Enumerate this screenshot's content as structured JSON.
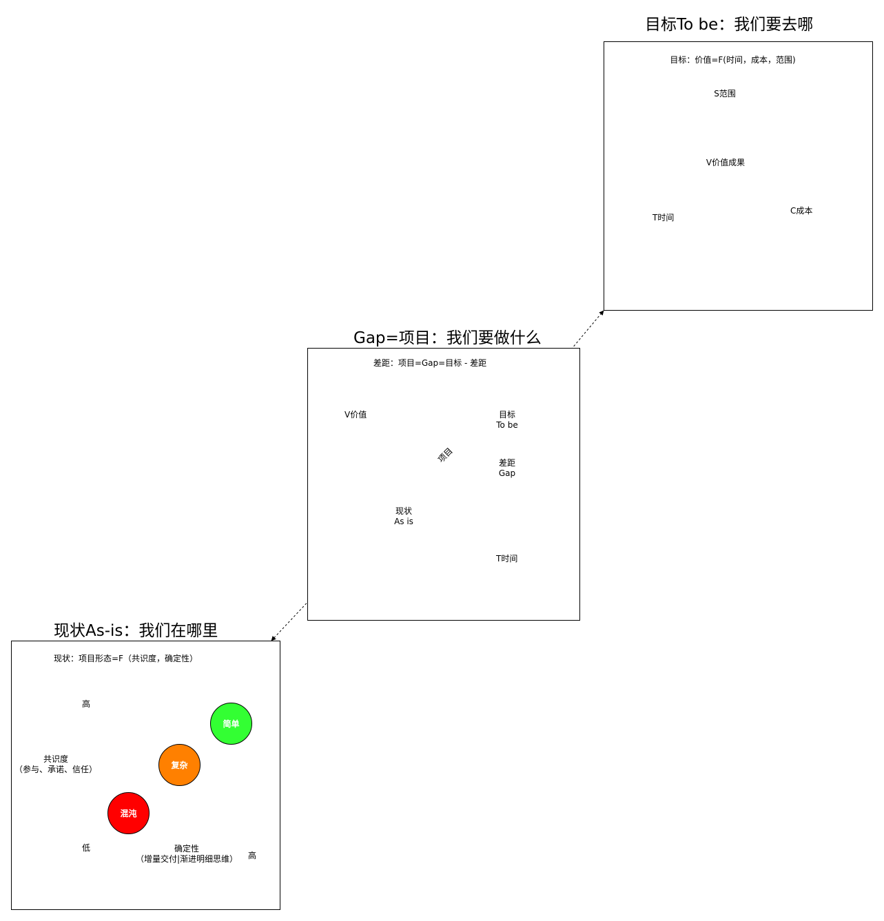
{
  "sections": {
    "to_be": {
      "title": "目标To be：我们要去哪",
      "formula": "目标：价值=F(时间，成本，范围)",
      "vertex_s": "S范围",
      "center": "V价值成果",
      "vertex_t": "T时间",
      "vertex_c": "C成本"
    },
    "gap": {
      "title": "Gap=项目：我们要做什么",
      "formula": "差距：项目=Gap=目标 - 差距",
      "y_axis": "V价值",
      "x_axis": "T时间",
      "target_line1": "目标",
      "target_line2": "To be",
      "gap_line1": "差距",
      "gap_line2": "Gap",
      "project": "项目",
      "current_line1": "现状",
      "current_line2": "As is"
    },
    "as_is": {
      "title": "现状As-is：我们在哪里",
      "formula": "现状：项目形态=F（共识度，确定性）",
      "y_high": "高",
      "y_low": "低",
      "y_label_line1": "共识度",
      "y_label_line2": "（参与、承诺、信任）",
      "x_label_line1": "确定性",
      "x_label_line2": "（增量交付|渐进明细思维）",
      "x_high": "高",
      "circles": [
        {
          "label": "简单",
          "color": "#33ff33"
        },
        {
          "label": "复杂",
          "color": "#ff8000"
        },
        {
          "label": "混沌",
          "color": "#ff0000"
        }
      ]
    }
  }
}
